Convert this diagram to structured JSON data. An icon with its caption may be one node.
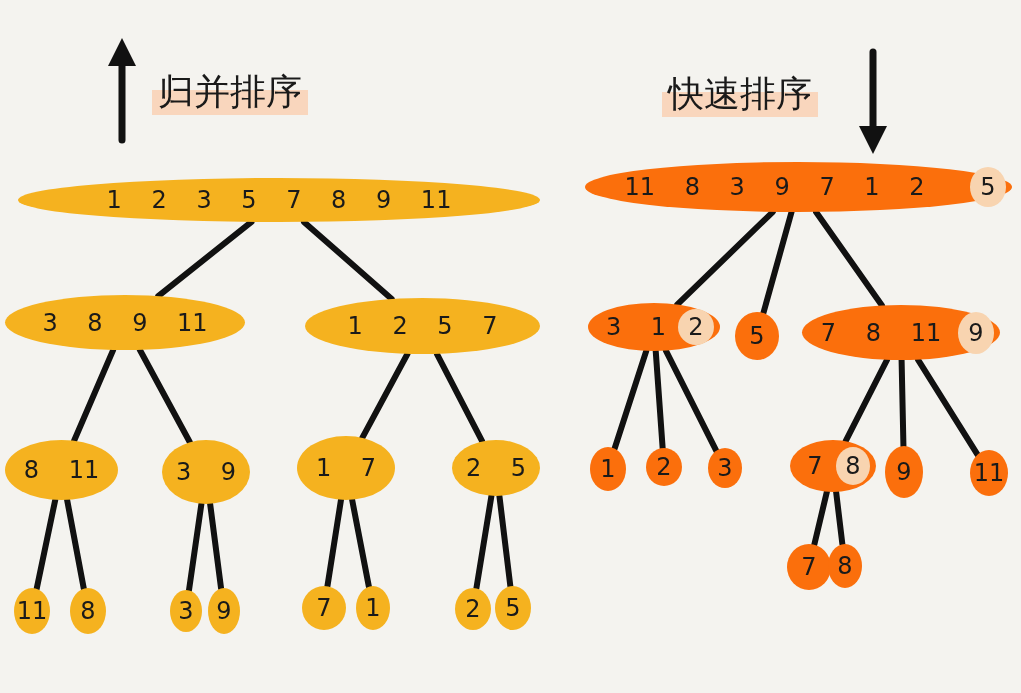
{
  "diagram": {
    "nodes": [
      {
        "text": [
          "1 2 3 5 7 8 9 11"
        ]
      },
      {
        "text": [
          "3 8 9 11"
        ]
      },
      {
        "text": [
          "1 2 5 7"
        ]
      },
      {
        "text": [
          "8 11"
        ]
      },
      {
        "text": [
          "3 9"
        ]
      },
      {
        "text": [
          "1 7"
        ]
      },
      {
        "text": [
          "2 5"
        ]
      },
      {
        "text": [
          "11"
        ]
      },
      {
        "text": [
          "8"
        ]
      },
      {
        "text": [
          "3"
        ]
      },
      {
        "text": [
          "9"
        ]
      },
      {
        "text": [
          "7"
        ]
      },
      {
        "text": [
          "1"
        ]
      },
      {
        "text": [
          "2"
        ]
      },
      {
        "text": [
          "5"
        ]
      },
      {
        "text": [
          "11 8 3 9 7 1 2"
        ]
      },
      {
        "text": [
          "5"
        ],
        "in": 15
      },
      {
        "text": [
          "3 1"
        ]
      },
      {
        "text": [
          "2"
        ],
        "in": 17
      },
      {
        "text": [
          "5"
        ]
      },
      {
        "text": [
          "7 8 11"
        ]
      },
      {
        "text": [
          "9"
        ],
        "in": 20
      },
      {
        "text": [
          "1"
        ]
      },
      {
        "text": [
          "2"
        ]
      },
      {
        "text": [
          "3"
        ]
      },
      {
        "text": [
          "7"
        ]
      },
      {
        "text": [
          "8"
        ],
        "in": 25
      },
      {
        "text": [
          "9"
        ]
      },
      {
        "text": [
          "11"
        ]
      },
      {
        "text": [
          "7"
        ]
      },
      {
        "text": [
          "8"
        ]
      }
    ],
    "edges": [
      {
        "from": 0,
        "to": 1,
        "arrow": "none"
      },
      {
        "from": 0,
        "to": 2,
        "arrow": "none"
      },
      {
        "from": 1,
        "to": 3,
        "arrow": "none"
      },
      {
        "from": 1,
        "to": 4,
        "arrow": "none"
      },
      {
        "from": 2,
        "to": 5,
        "arrow": "none"
      },
      {
        "from": 2,
        "to": 6,
        "arrow": "none"
      },
      {
        "from": 3,
        "to": 7,
        "arrow": "none"
      },
      {
        "from": 3,
        "to": 8,
        "arrow": "none"
      },
      {
        "from": 4,
        "to": 9,
        "arrow": "none"
      },
      {
        "from": 4,
        "to": 10,
        "arrow": "none"
      },
      {
        "from": 5,
        "to": 11,
        "arrow": "none"
      },
      {
        "from": 5,
        "to": 12,
        "arrow": "none"
      },
      {
        "from": 6,
        "to": 13,
        "arrow": "none"
      },
      {
        "from": 6,
        "to": 14,
        "arrow": "none"
      },
      {
        "from": 15,
        "to": 17,
        "arrow": "none"
      },
      {
        "from": 15,
        "to": 19,
        "arrow": "none"
      },
      {
        "from": 15,
        "to": 20,
        "arrow": "none"
      },
      {
        "from": 17,
        "to": 22,
        "arrow": "none"
      },
      {
        "from": 17,
        "to": 23,
        "arrow": "none"
      },
      {
        "from": 17,
        "to": 24,
        "arrow": "none"
      },
      {
        "from": 20,
        "to": 25,
        "arrow": "none"
      },
      {
        "from": 20,
        "to": 27,
        "arrow": "none"
      },
      {
        "from": 20,
        "to": 28,
        "arrow": "none"
      },
      {
        "from": 25,
        "to": 29,
        "arrow": "none"
      },
      {
        "from": 25,
        "to": 30,
        "arrow": "none"
      }
    ],
    "labels": [
      "归并排序",
      "快速排序"
    ]
  }
}
